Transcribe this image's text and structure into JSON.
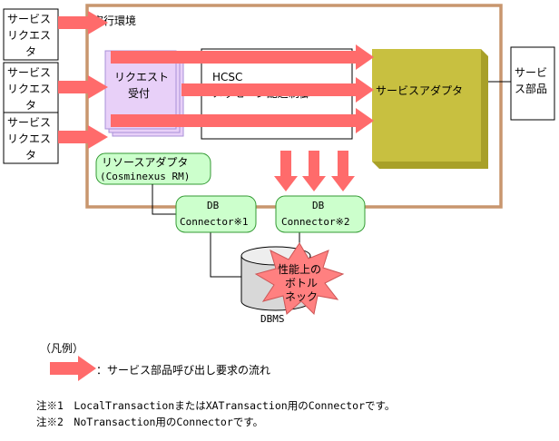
{
  "requesters": [
    {
      "line1": "サービス",
      "line2": "リクエス",
      "line3": "タ"
    },
    {
      "line1": "サービス",
      "line2": "リクエス",
      "line3": "タ"
    },
    {
      "line1": "サービス",
      "line2": "リクエス",
      "line3": "タ"
    }
  ],
  "environment": {
    "title": "実行環境"
  },
  "request_reception": {
    "line1": "リクエスト",
    "line2": "受付"
  },
  "hcsc": {
    "line1": "HCSC",
    "line2": "メッセージ配送制御"
  },
  "service_adapter": {
    "label": "サービスアダプタ"
  },
  "service_component": {
    "line1": "サービ",
    "line2": "ス部品"
  },
  "resource_adapter": {
    "line1": "リソースアダプタ",
    "line2": "(Cosminexus RM)"
  },
  "db_connector_1": {
    "line1": "DB",
    "line2": "Connector※1"
  },
  "db_connector_2": {
    "line1": "DB",
    "line2": "Connector※2"
  },
  "bottleneck": {
    "line1": "性能上の",
    "line2": "ボトル",
    "line3": "ネック"
  },
  "dbms": {
    "label": "DBMS"
  },
  "legend": {
    "heading": "（凡例）",
    "arrow_label": "：サービス部品呼び出し要求の流れ"
  },
  "notes": [
    "注※1　LocalTransactionまたはXATransaction用のConnectorです。",
    "注※2　NoTransaction用のConnectorです。"
  ],
  "colors": {
    "arrow": "#ff6b6b",
    "environment_border": "#c8966e",
    "reception_fill": "#e8d0f8",
    "reception_border": "#a890d8",
    "adapter_fill": "#c8c040",
    "green_fill": "#ccffcc",
    "green_border": "#339933",
    "bottleneck": "#ff8080"
  }
}
